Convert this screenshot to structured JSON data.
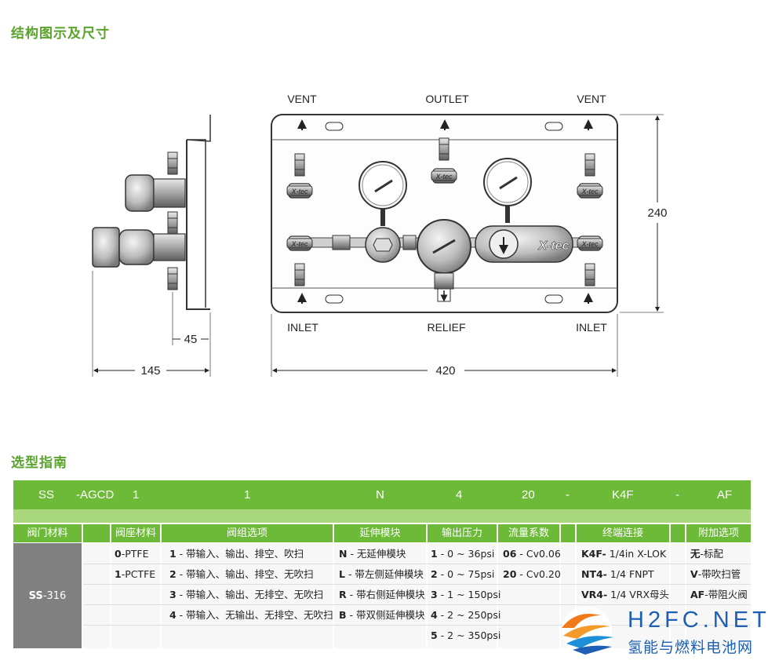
{
  "section1": {
    "title": "结构图示及尺寸"
  },
  "section2": {
    "title": "选型指南"
  },
  "drawing": {
    "labels": {
      "vent_left": "VENT",
      "outlet": "OUTLET",
      "vent_right": "VENT",
      "inlet_left": "INLET",
      "relief": "RELIEF",
      "inlet_right": "INLET"
    },
    "dimensions": {
      "height": "240",
      "width": "420",
      "side_width": "145",
      "depth": "45"
    },
    "brand_marks": [
      "X-tec",
      "X-tec",
      "X-tec",
      "X-tec",
      "X-tec",
      "X-tec"
    ],
    "body_brand": "X-tec"
  },
  "code": {
    "segments": [
      "SS",
      "-AGCD",
      "1",
      "1",
      "N",
      "4",
      "20",
      "-",
      "K4F",
      "-",
      "AF"
    ]
  },
  "table": {
    "headers": [
      "阀门材料",
      "阀座材料",
      "阀组选项",
      "延伸模块",
      "输出压力",
      "流量系数",
      "终端连接",
      "附加选项"
    ],
    "valve_material": {
      "code": "SS",
      "desc": "-316"
    },
    "seat_material": [
      {
        "code": "0",
        "desc": "-PTFE"
      },
      {
        "code": "1",
        "desc": "-PCTFE"
      }
    ],
    "manifold_options": [
      {
        "code": "1",
        "desc": " - 带输入、输出、排空、吹扫"
      },
      {
        "code": "2",
        "desc": " - 带输入、输出、排空、无吹扫"
      },
      {
        "code": "3",
        "desc": " - 带输入、输出、无排空、无吹扫"
      },
      {
        "code": "4",
        "desc": " - 带输入、无输出、无排空、无吹扫"
      }
    ],
    "extension_modules": [
      {
        "code": "N",
        "desc": " - 无延伸模块"
      },
      {
        "code": "L",
        "desc": " - 带左侧延伸模块"
      },
      {
        "code": "R",
        "desc": " - 带右侧延伸模块"
      },
      {
        "code": "B",
        "desc": " - 带双侧延伸模块"
      }
    ],
    "output_pressure": [
      {
        "code": "1",
        "desc": " - 0 ~ 36psi"
      },
      {
        "code": "2",
        "desc": " - 0 ~ 75psi"
      },
      {
        "code": "3",
        "desc": " - 1 ~ 150psi"
      },
      {
        "code": "4",
        "desc": " - 2 ~ 250psi"
      },
      {
        "code": "5",
        "desc": " - 2 ~ 350psi"
      }
    ],
    "flow_coefficient": [
      {
        "code": "06",
        "desc": " - Cv0.06"
      },
      {
        "code": "20",
        "desc": " - Cv0.20"
      }
    ],
    "end_connections": [
      {
        "code": "K4F-",
        "desc": "1/4in X-LOK"
      },
      {
        "code": "NT4-",
        "desc": "1/4 FNPT"
      },
      {
        "code": "VR4-",
        "desc": "1/4 VRX母头"
      }
    ],
    "additional_options": [
      {
        "code": "无",
        "desc": "-标配"
      },
      {
        "code": "V",
        "desc": "-带吹扫管"
      },
      {
        "code": "AF",
        "desc": "-带阻火阀"
      }
    ]
  },
  "watermark": {
    "title": "H2FC.NET",
    "subtitle": "氢能与燃料电池网"
  },
  "colors": {
    "green": "#6cba38",
    "light_green": "#a9d77b",
    "title_green": "#5aa32c",
    "gray": "#808080",
    "logo_blue": "#1c5fb5"
  }
}
